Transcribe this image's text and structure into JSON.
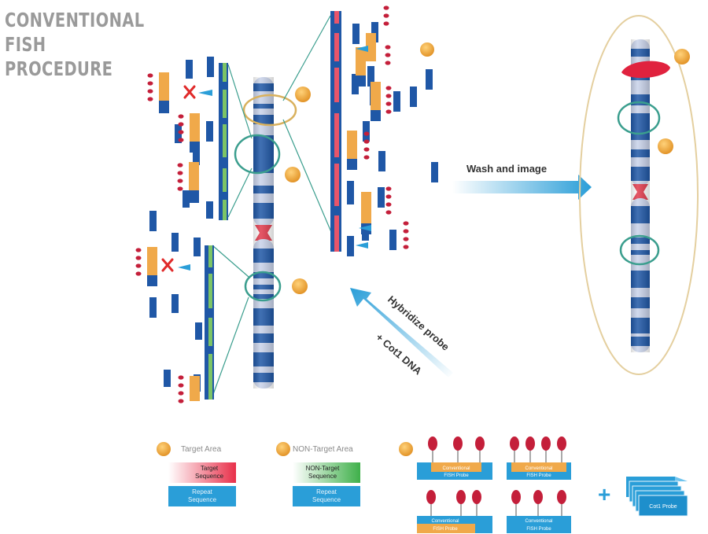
{
  "title": {
    "line1": "CONVENTIONAL FISH",
    "line2": "PROCEDURE"
  },
  "steps": {
    "wash": "Wash and image",
    "hybridize": "Hybridize probe",
    "cot1": "+ Cot1 DNA"
  },
  "legend": {
    "target": {
      "caption": "Target Area",
      "top_label": [
        "Target",
        "Sequence"
      ],
      "bottom_label": [
        "Repeat",
        "Sequence"
      ]
    },
    "non_target": {
      "caption": "NON-Target Area",
      "top_label": [
        "NON-Target",
        "Sequence"
      ],
      "bottom_label": [
        "Repeat",
        "Sequence"
      ]
    },
    "probe_label": [
      "Conventional",
      "FISH Probe"
    ],
    "cot1_label": "Cot1 Probe",
    "plus": "+"
  },
  "colors": {
    "chrom_dark": "#1f57a6",
    "chrom_light": "#c9d3ea",
    "centromere": "#e03a4c",
    "cyan": "#2a9ed8",
    "probe_orange": "#f0a94a",
    "probe_dot": "#c41f3a",
    "strand_green": "#7cc466",
    "strand_red": "#e8556a",
    "circle_gold": "#d9b15d",
    "circle_teal": "#3b9e8e",
    "badge": "#f2a637",
    "cross": "#e02a2a"
  }
}
